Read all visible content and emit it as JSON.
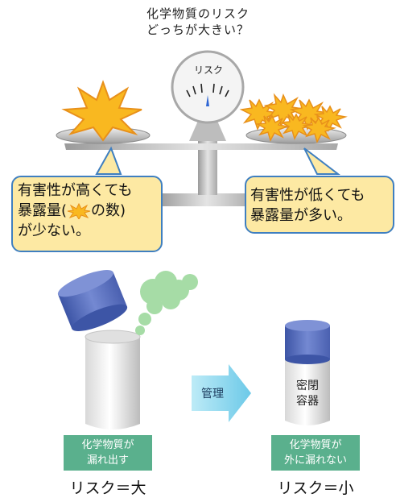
{
  "title": {
    "line1": "化学物質のリスク",
    "line2": "どっちが大きい？"
  },
  "scale": {
    "gauge_label": "リスク"
  },
  "bubbles": {
    "left": {
      "line1": "有害性が高くても",
      "line2_before": "暴露量(",
      "line2_after": "の数)",
      "line3": "が少ない。"
    },
    "right": {
      "line1": "有害性が低くても",
      "line2": "暴露量が多い。"
    }
  },
  "containers": {
    "leak_label_line1": "化学物質が",
    "leak_label_line2": "漏れ出す",
    "leak_result": "リスク＝大",
    "arrow_label": "管理",
    "sealed_text_line1": "密閉",
    "sealed_text_line2": "容器",
    "sealed_label_line1": "化学物質が",
    "sealed_label_line2": "外に漏れない",
    "sealed_result": "リスク＝小"
  },
  "colors": {
    "burst_fill": "#f9b820",
    "burst_stroke": "#e8901a",
    "bubble_fill": "#fde9a3",
    "bubble_border": "#3f7fc0",
    "green_label": "#5ab08d",
    "lid_blue": "#5a72c0",
    "arrow_cyan": "#7fd3ec",
    "gas_green": "#a6dca6"
  }
}
